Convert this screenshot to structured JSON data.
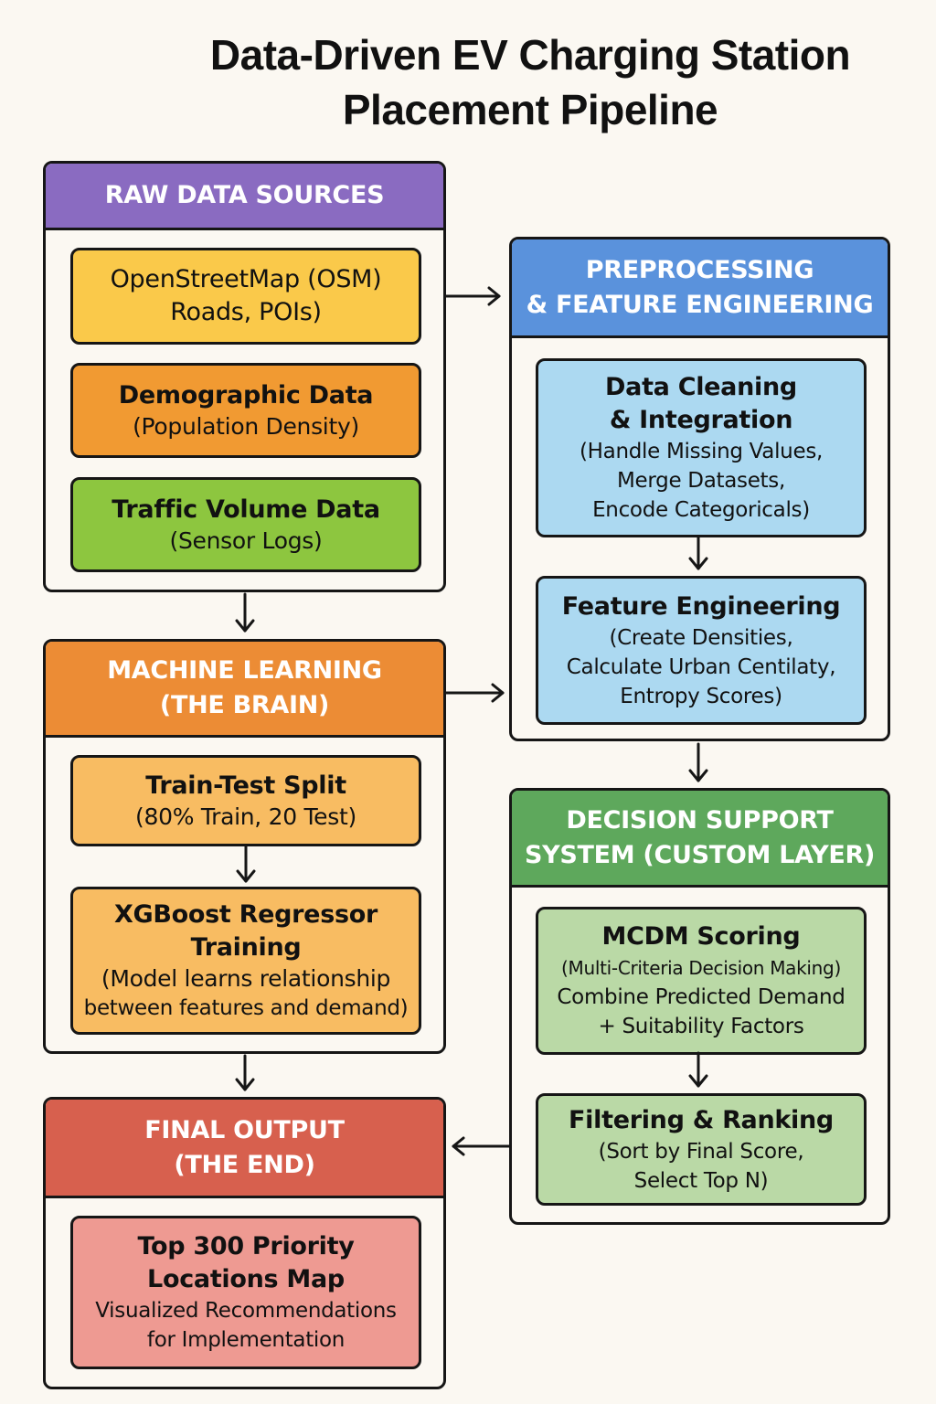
{
  "title": {
    "line1": "Data-Driven EV Charging Station",
    "line2": "Placement Pipeline"
  },
  "colors": {
    "background": "#fbf8f2",
    "outline": "#161616",
    "raw_header": "#8a6bc1",
    "raw_osm": "#fac94a",
    "raw_demo": "#f19a32",
    "raw_traffic": "#8dc63f",
    "pre_header": "#5a92dc",
    "pre_step": "#acd9f1",
    "ml_header": "#ec8c35",
    "ml_step": "#f8bc62",
    "dss_header": "#5ea85c",
    "dss_step": "#bad9a6",
    "out_header": "#d7604e",
    "out_step": "#ee9a92"
  },
  "stages": {
    "raw": {
      "header": [
        "RAW DATA SOURCES"
      ],
      "steps": [
        {
          "main": [
            "OpenStreetMap (OSM)",
            "Roads, POIs)"
          ],
          "sub": []
        },
        {
          "main": [
            "Demographic Data"
          ],
          "sub": [
            "(Population Density)"
          ]
        },
        {
          "main": [
            "Traffic Volume Data"
          ],
          "sub": [
            "(Sensor Logs)"
          ]
        }
      ]
    },
    "preprocessing": {
      "header": [
        "PREPROCESSING",
        "& FEATURE ENGINEERING"
      ],
      "steps": [
        {
          "main": [
            "Data Cleaning",
            "& Integration"
          ],
          "sub": [
            "(Handle Missing Values,",
            "Merge Datasets,",
            "Encode Categoricals)"
          ]
        },
        {
          "main": [
            "Feature Engineering"
          ],
          "sub": [
            "(Create Densities,",
            "Calculate Urban Centilaty,",
            "Entropy Scores)"
          ]
        }
      ]
    },
    "ml": {
      "header": [
        "MACHINE LEARNING",
        "(THE BRAIN)"
      ],
      "steps": [
        {
          "main": [
            "Train-Test Split"
          ],
          "sub": [
            "(80% Train, 20 Test)"
          ]
        },
        {
          "main": [
            "XGBoost Regressor",
            "Training"
          ],
          "sub": [
            "(Model learns relationship",
            "between features and demand)"
          ]
        }
      ]
    },
    "dss": {
      "header": [
        "DECISION SUPPORT",
        "SYSTEM (CUSTOM LAYER)"
      ],
      "steps": [
        {
          "main": [
            "MCDM Scoring"
          ],
          "sub_small": [
            "(Multi-Criteria Decision Making)"
          ],
          "sub": [
            "Combine Predicted Demand",
            "+ Suitability Factors"
          ]
        },
        {
          "main": [
            "Filtering & Ranking"
          ],
          "sub": [
            "(Sort by Final Score,",
            "Select Top N)"
          ]
        }
      ]
    },
    "output": {
      "header": [
        "FINAL OUTPUT",
        "(THE END)"
      ],
      "steps": [
        {
          "main": [
            "Top 300 Priority",
            "Locations Map"
          ],
          "sub": [
            "Visualized Recommendations",
            "for Implementation"
          ]
        }
      ]
    }
  }
}
